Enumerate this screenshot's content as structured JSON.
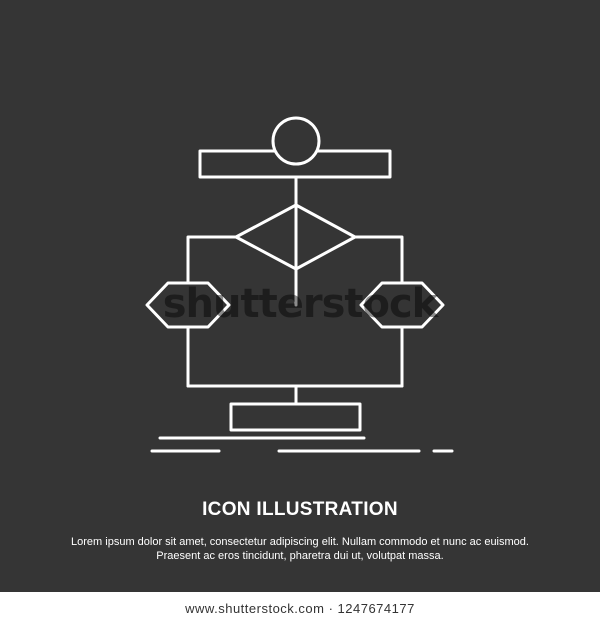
{
  "icon": {
    "name": "algorithm-flowchart-icon",
    "line_color": "#ffffff",
    "background_color": "#353535"
  },
  "title": "ICON ILLUSTRATION",
  "description": {
    "line1": "Lorem ipsum dolor sit amet, consectetur adipiscing elit. Nullam commodo et nunc ac euismod.",
    "line2": "Praesent ac eros tincidunt, pharetra dui ut, volutpat massa."
  },
  "watermark": "shutterstock",
  "footer": {
    "url": "www.shutterstock.com · 1247674177"
  }
}
